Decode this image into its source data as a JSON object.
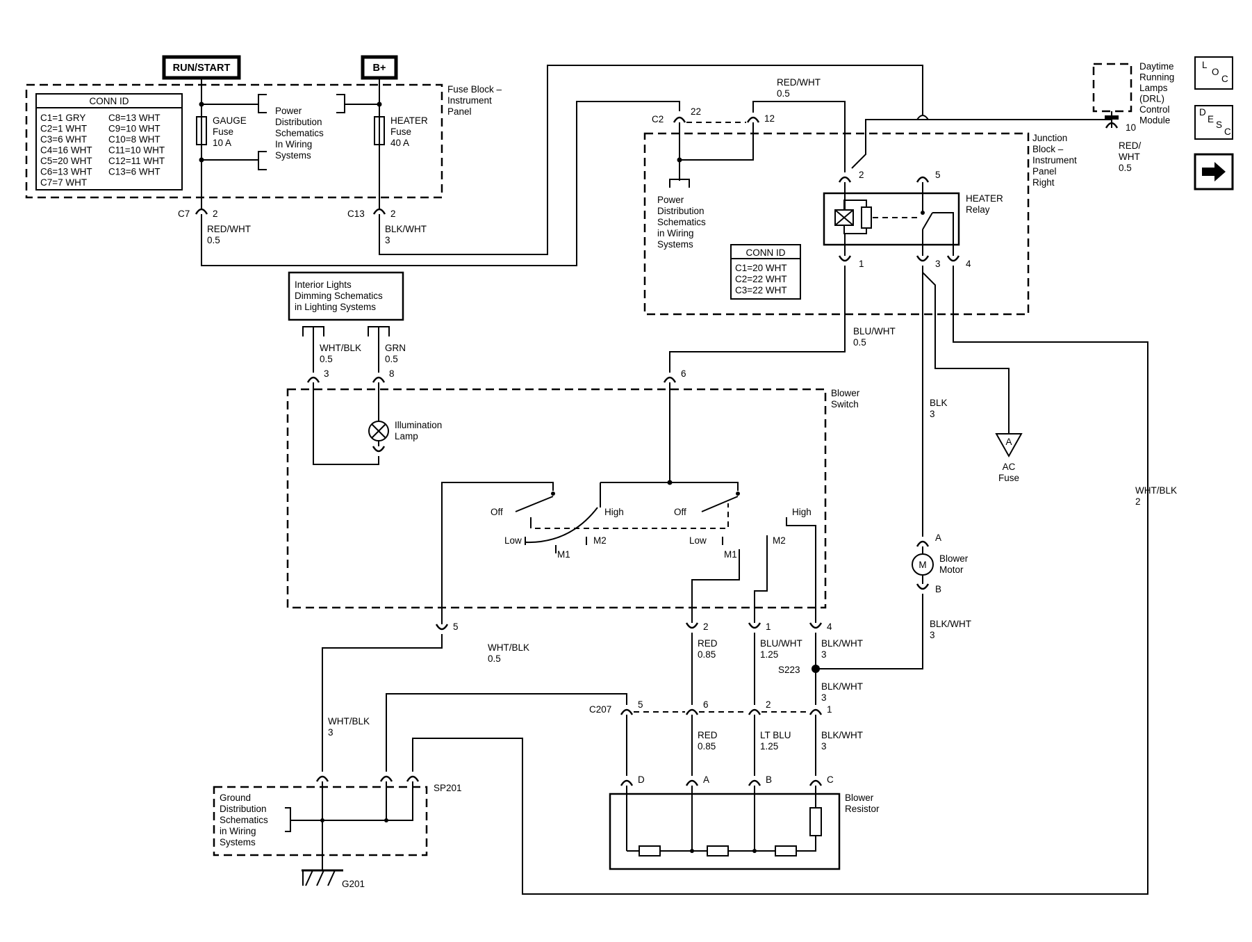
{
  "power": {
    "run_start": "RUN/START",
    "bplus": "B+"
  },
  "fuse_block": {
    "title_lines": [
      "Fuse Block –",
      "Instrument",
      "Panel"
    ],
    "conn_id": {
      "header": "CONN ID",
      "col1": [
        "C1=1 GRY",
        "C2=1 WHT",
        "C3=6 WHT",
        "C4=16 WHT",
        "C5=20 WHT",
        "C6=13 WHT",
        "C7=7 WHT"
      ],
      "col2": [
        "C8=13 WHT",
        "C9=10 WHT",
        "C10=8 WHT",
        "C11=10 WHT",
        "C12=11 WHT",
        "C13=6 WHT"
      ]
    },
    "gauge_fuse": [
      "GAUGE",
      "Fuse",
      "10 A"
    ],
    "heater_fuse": [
      "HEATER",
      "Fuse",
      "40 A"
    ],
    "power_dist": [
      "Power",
      "Distribution",
      "Schematics",
      "In Wiring",
      "Systems"
    ],
    "c7": "C7",
    "c7_pin": "2",
    "c13": "C13",
    "c13_pin": "2"
  },
  "wires": {
    "red_wht_05": [
      "RED/WHT",
      "0.5"
    ],
    "blk_wht_3": [
      "BLK/WHT",
      "3"
    ],
    "red_wht_05_top": [
      "RED/WHT",
      "0.5"
    ],
    "blu_wht_05": [
      "BLU/WHT",
      "0.5"
    ],
    "blk_3": [
      "BLK",
      "3"
    ],
    "wht_blk_2": [
      "WHT/BLK",
      "2"
    ],
    "wht_blk_05_dim": [
      "WHT/BLK",
      "0.5"
    ],
    "grn_05": [
      "GRN",
      "0.5"
    ],
    "red_wht_drl": [
      "RED/",
      "WHT",
      "0.5"
    ],
    "red_085_a": [
      "RED",
      "0.85"
    ],
    "blu_wht_125": [
      "BLU/WHT",
      "1.25"
    ],
    "blk_wht_3_a": [
      "BLK/WHT",
      "3"
    ],
    "blk_wht_3_motor": [
      "BLK/WHT",
      "3"
    ],
    "blk_wht_3_b": [
      "BLK/WHT",
      "3"
    ],
    "red_085_b": [
      "RED",
      "0.85"
    ],
    "lt_blu_125": [
      "LT BLU",
      "1.25"
    ],
    "blk_wht_3_c": [
      "BLK/WHT",
      "3"
    ],
    "wht_blk_05_gnd": [
      "WHT/BLK",
      "0.5"
    ],
    "wht_blk_3_gnd": [
      "WHT/BLK",
      "3"
    ]
  },
  "junction_block": {
    "title_lines": [
      "Junction",
      "Block –",
      "Instrument",
      "Panel",
      "Right"
    ],
    "c2": "C2",
    "pin22": "22",
    "pin12": "12",
    "power_dist": [
      "Power",
      "Distribution",
      "Schematics",
      "in Wiring",
      "Systems"
    ],
    "conn_id": {
      "header": "CONN ID",
      "rows": [
        "C1=20 WHT",
        "C2=22 WHT",
        "C3=22 WHT"
      ]
    },
    "relay_label": [
      "HEATER",
      "Relay"
    ],
    "pins": {
      "p2": "2",
      "p5": "5",
      "p1": "1",
      "p3": "3",
      "p4": "4"
    }
  },
  "drl": {
    "label": [
      "Daytime",
      "Running",
      "Lamps",
      "(DRL)",
      "Control",
      "Module"
    ],
    "pin": "10"
  },
  "nav": {
    "loc": [
      "L",
      "O",
      "C"
    ],
    "desc": [
      "D",
      "E",
      "S",
      "C"
    ],
    "arrow": "➔"
  },
  "interior": {
    "label": [
      "Interior Lights",
      "Dimming Schematics",
      "in Lighting Systems"
    ],
    "pin3": "3",
    "pin8": "8"
  },
  "blower_switch": {
    "title": [
      "Blower",
      "Switch"
    ],
    "lamp": [
      "Illumination",
      "Lamp"
    ],
    "pin6": "6",
    "positions": {
      "off": "Off",
      "high": "High",
      "low": "Low",
      "m1": "M1",
      "m2": "M2"
    },
    "bottom_pins": {
      "p5": "5",
      "p2": "2",
      "p1": "1",
      "p4": "4"
    }
  },
  "ac_fuse": {
    "symbol": "A",
    "label": [
      "AC",
      "Fuse"
    ]
  },
  "blower_motor": {
    "symbol": "M",
    "label": [
      "Blower",
      "Motor"
    ],
    "pinA": "A",
    "pinB": "B"
  },
  "splice": {
    "s223": "S223"
  },
  "c207": {
    "name": "C207",
    "pins": [
      "5",
      "6",
      "2",
      "1"
    ]
  },
  "resistor": {
    "title": [
      "Blower",
      "Resistor"
    ],
    "pins": [
      "D",
      "A",
      "B",
      "C"
    ]
  },
  "ground": {
    "sp201": "SP201",
    "label": [
      "Ground",
      "Distribution",
      "Schematics",
      "in Wiring",
      "Systems"
    ],
    "g201": "G201"
  }
}
